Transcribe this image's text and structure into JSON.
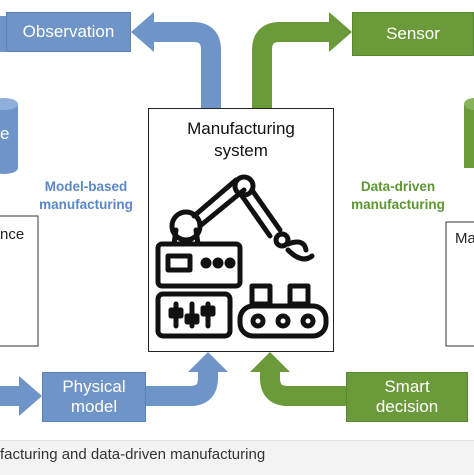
{
  "nodes": {
    "observation": "Observation",
    "sensor": "Sensor",
    "physical_model_line1": "Physical",
    "physical_model_line2": "model",
    "smart_decision_line1": "Smart",
    "smart_decision_line2": "decision"
  },
  "center": {
    "title_line1": "Manufacturing",
    "title_line2": "system",
    "icon": "robot-arm-conveyor-icon"
  },
  "labels": {
    "model_based_line1": "Model-based",
    "model_based_line2": "manufacturing",
    "data_driven_line1": "Data-driven",
    "data_driven_line2": "manufacturing"
  },
  "partial": {
    "left_box_text": "nce",
    "left_cylinder_text": "e",
    "right_box_text": "Ma"
  },
  "caption": "facturing and data-driven manufacturing",
  "colors": {
    "blue": "#6f95c8",
    "green": "#6b9a3a",
    "blue_label": "#5b87c5",
    "green_label": "#5f9632"
  }
}
